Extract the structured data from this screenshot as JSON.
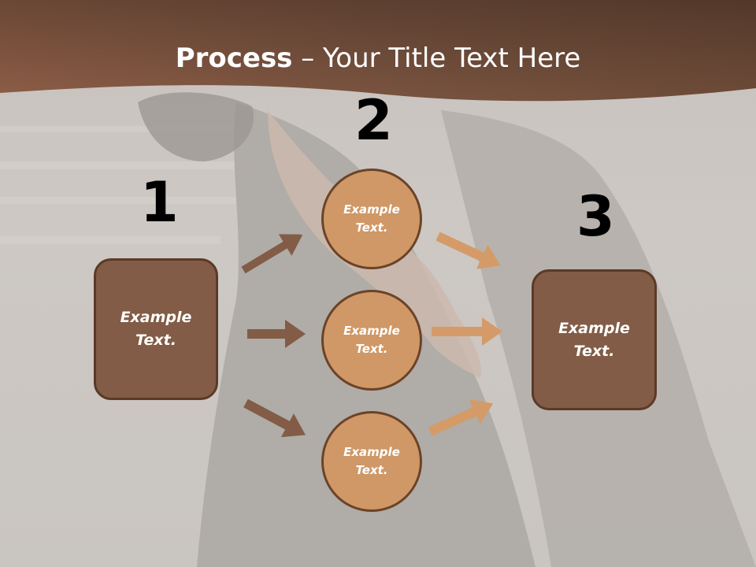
{
  "title": {
    "bold": "Process",
    "rest": " – Your Title Text Here"
  },
  "steps": {
    "one": {
      "number": "1",
      "text": "Example\nText."
    },
    "two": {
      "number": "2"
    },
    "three": {
      "number": "3",
      "text": "Example\nText."
    }
  },
  "circles": [
    {
      "text": "Example\nText."
    },
    {
      "text": "Example\nText."
    },
    {
      "text": "Example\nText."
    }
  ],
  "colors": {
    "header_brown": "#7a5440",
    "box_fill": "#825c46",
    "circle_fill": "#cf9866",
    "left_arrow": "#825c46",
    "right_arrow": "#d49b68"
  }
}
